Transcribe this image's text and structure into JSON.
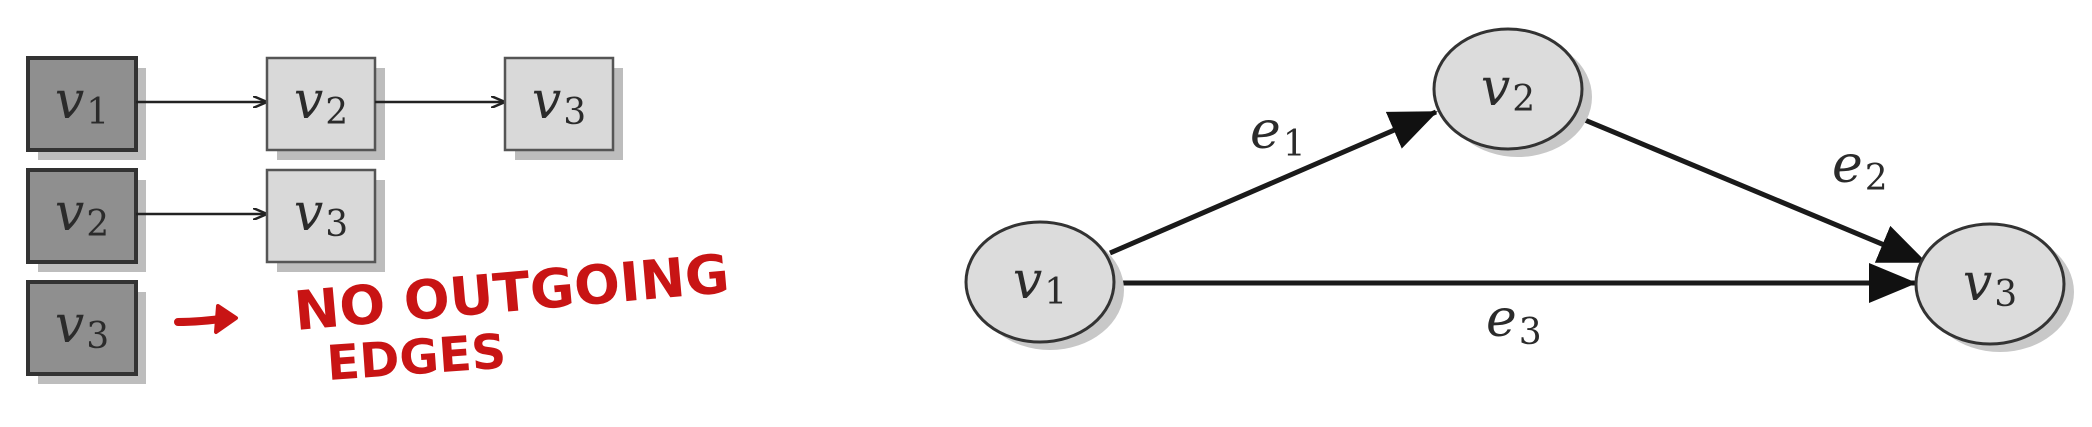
{
  "adjacency_list": {
    "rows": [
      {
        "head": {
          "main": "v",
          "sub": "1"
        },
        "neighbors": [
          {
            "main": "v",
            "sub": "2"
          },
          {
            "main": "v",
            "sub": "3"
          }
        ]
      },
      {
        "head": {
          "main": "v",
          "sub": "2"
        },
        "neighbors": [
          {
            "main": "v",
            "sub": "3"
          }
        ]
      },
      {
        "head": {
          "main": "v",
          "sub": "3"
        },
        "neighbors": []
      }
    ],
    "annotation": {
      "line1": "NO OUTGOING",
      "line2": "EDGES"
    },
    "colors": {
      "head_fill": "#8f8f8f",
      "neighbor_fill": "#d9d9d9",
      "shadow": "#bdbdbd",
      "annotation": "#c81414"
    }
  },
  "graph": {
    "nodes": [
      {
        "id": "v1",
        "main": "v",
        "sub": "1"
      },
      {
        "id": "v2",
        "main": "v",
        "sub": "2"
      },
      {
        "id": "v3",
        "main": "v",
        "sub": "3"
      }
    ],
    "edges": [
      {
        "id": "e1",
        "from": "v1",
        "to": "v2",
        "main": "e",
        "sub": "1"
      },
      {
        "id": "e2",
        "from": "v2",
        "to": "v3",
        "main": "e",
        "sub": "2"
      },
      {
        "id": "e3",
        "from": "v1",
        "to": "v3",
        "main": "e",
        "sub": "3"
      }
    ],
    "colors": {
      "node_fill": "#dcdcdc",
      "node_stroke": "#333333",
      "edge": "#1a1a1a"
    }
  }
}
